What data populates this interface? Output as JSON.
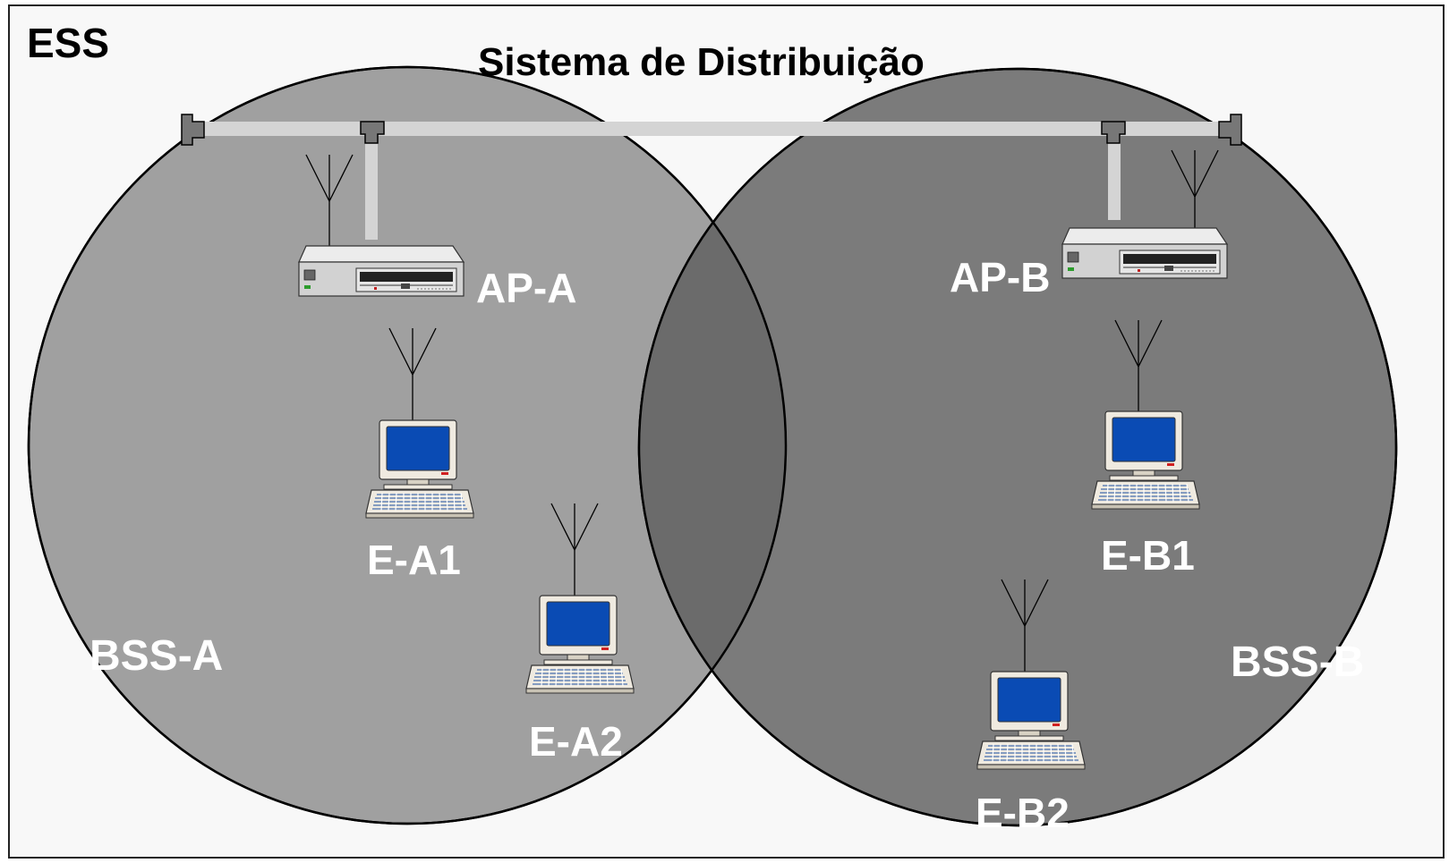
{
  "frame_label": "ESS",
  "distribution_system": {
    "label": "Sistema de Distribuição"
  },
  "bss": [
    {
      "id": "bss-a",
      "label": "BSS-A",
      "color": "#a0a0a0"
    },
    {
      "id": "bss-b",
      "label": "BSS-B",
      "color": "#7b7b7b"
    }
  ],
  "access_points": [
    {
      "id": "ap-a",
      "label": "AP-A"
    },
    {
      "id": "ap-b",
      "label": "AP-B"
    }
  ],
  "stations": [
    {
      "id": "e-a1",
      "label": "E-A1"
    },
    {
      "id": "e-a2",
      "label": "E-A2"
    },
    {
      "id": "e-b1",
      "label": "E-B1"
    },
    {
      "id": "e-b2",
      "label": "E-B2"
    }
  ],
  "colors": {
    "overlap": "#6b6b6b",
    "backbone": "#d4d4d4",
    "screen": "#0a4bb4",
    "device_body": "#efeae0",
    "frame_background": "#f8f8f8"
  }
}
